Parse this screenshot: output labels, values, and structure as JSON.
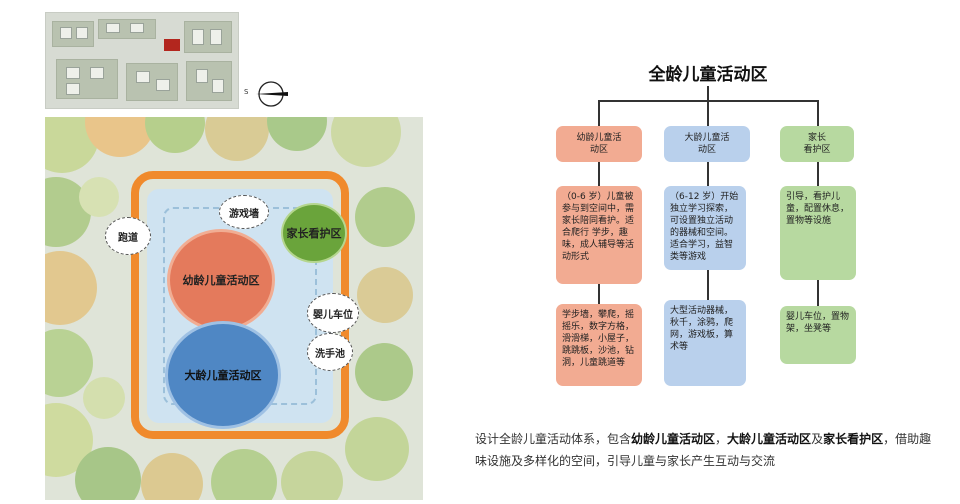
{
  "map": {
    "north_label": "S",
    "zones": {
      "young": "幼龄儿童活动区",
      "old": "大龄儿童活动区",
      "parent": "家长看护区"
    },
    "bubbles": {
      "run": "跑道",
      "play_wall": "游戏墙",
      "stroller": "婴儿车位",
      "wash": "洗手池"
    }
  },
  "diagram": {
    "title": "全龄儿童活动区",
    "categories": [
      {
        "label": "幼龄儿童活\n动区",
        "desc": "（0-6 岁）儿童被参与到空间中，需家长陪同看护。适合爬行 学步，趣味，成人辅导等活动形式",
        "facilities": "学步墙，攀爬，摇摇乐，数字方格，滑滑梯，小屋子，跳跳板，沙池，钻洞，儿童跳道等"
      },
      {
        "label": "大龄儿童活\n动区",
        "desc": "（6-12 岁）开始独立学习探索，可设置独立活动的器械和空间。适合学习，益智类等游戏",
        "facilities": "大型活动器械，秋千，涂鸦，爬网，游戏板，算术等"
      },
      {
        "label": "家长\n看护区",
        "desc": "引导，看护儿童，配置休息，置物等设施",
        "facilities": "婴儿车位，置物架，坐凳等"
      }
    ]
  },
  "caption": {
    "p1": "设计全龄儿童活动体系，包含",
    "b1": "幼龄儿童活动区",
    "p2": "，",
    "b2": "大龄儿童活动区",
    "p3": "及",
    "b3": "家长看护区",
    "p4": "，借助趣味设施及多样化的空间，引导儿童与家长产生互动与交流"
  }
}
